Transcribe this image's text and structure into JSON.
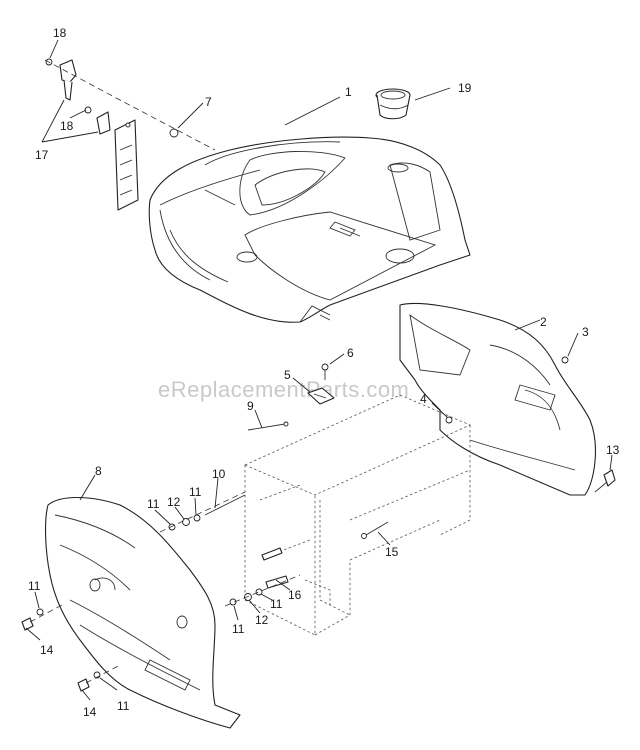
{
  "diagram": {
    "watermark": "eReplacementParts.com",
    "callouts": {
      "c1": "1",
      "c2": "2",
      "c3": "3",
      "c4": "4",
      "c5": "5",
      "c6": "6",
      "c7": "7",
      "c8": "8",
      "c9": "9",
      "c10": "10",
      "c11a": "11",
      "c11b": "11",
      "c11c": "11",
      "c11d": "11",
      "c11e": "11",
      "c11f": "11",
      "c12a": "12",
      "c12b": "12",
      "c13": "13",
      "c14a": "14",
      "c14b": "14",
      "c15": "15",
      "c16": "16",
      "c17": "17",
      "c18a": "18",
      "c18b": "18",
      "c19": "19"
    }
  }
}
